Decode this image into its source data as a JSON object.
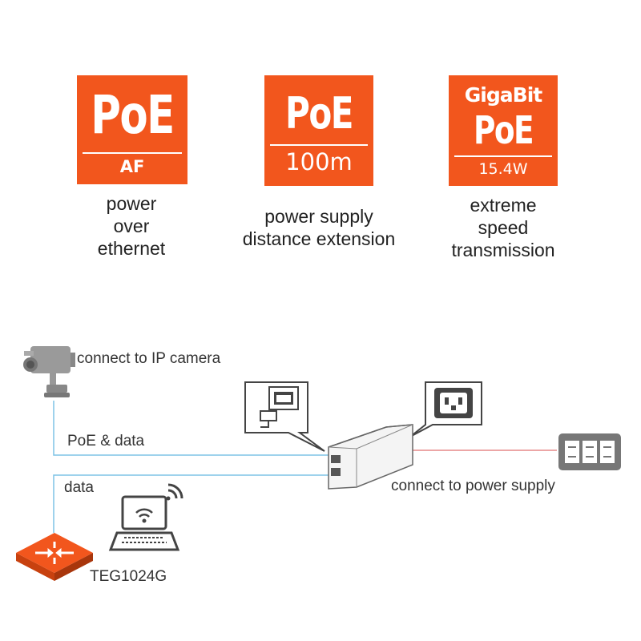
{
  "badges": [
    {
      "main": "PoE",
      "sub": "AF",
      "caption": [
        "power",
        "over",
        "ethernet"
      ]
    },
    {
      "main": "PoE",
      "sub": "100m",
      "caption": [
        "power supply",
        "distance extension"
      ]
    },
    {
      "top": "GigaBit",
      "main": "PoE",
      "sub": "15.4W",
      "caption": [
        "extreme",
        "speed",
        "transmission"
      ]
    }
  ],
  "diagram": {
    "camera_label": "connect to IP camera",
    "poe_data_label": "PoE & data",
    "data_label": "data",
    "power_label": "connect to power supply",
    "switch_label": "TEG1024G"
  },
  "colors": {
    "brand": "#f2561d",
    "link": "#7ec3e6",
    "power_line": "#e07070"
  }
}
